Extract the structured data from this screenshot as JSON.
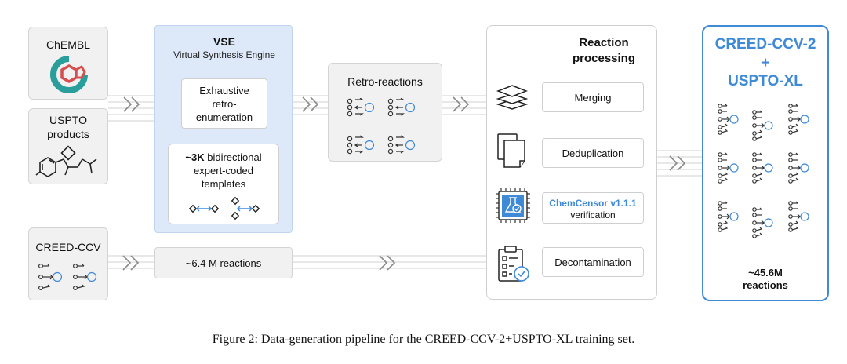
{
  "sources": {
    "chembl": "ChEMBL",
    "uspto": [
      "USPTO",
      "products"
    ],
    "creed_ccv": "CREED-CCV"
  },
  "vse": {
    "title": "VSE",
    "subtitle": "Virtual Synthesis Engine",
    "exhaustive": [
      "Exhaustive",
      "retro-",
      "enumeration"
    ],
    "templates_bold": "~3K",
    "templates": [
      " bidirectional",
      "expert-coded",
      "templates"
    ]
  },
  "retro": {
    "title": "Retro-reactions"
  },
  "ccv_reactions": "~6.4 M reactions",
  "processing": {
    "title": [
      "Reaction",
      "processing"
    ],
    "steps": {
      "merging": "Merging",
      "dedup": "Deduplication",
      "chemcensor": "ChemCensor v1.1.1",
      "verification": "verification",
      "decontam": "Decontamination"
    }
  },
  "output": {
    "title": [
      "CREED-CCV-2",
      "+",
      "USPTO-XL"
    ],
    "count": [
      "~45.6M",
      "reactions"
    ]
  },
  "caption": "Figure 2: Data-generation pipeline for the CREED-CCV-2+USPTO-XL training set.",
  "colors": {
    "accent": "#3f8ad7",
    "vse_fill": "#dde9f8",
    "box_gray": "#f1f1f1"
  },
  "icons": [
    "chembl-logo",
    "molecule-structure",
    "reaction-scheme",
    "layers-icon",
    "documents-icon",
    "chip-flask-icon",
    "clipboard-check-icon",
    "chevron-arrow"
  ]
}
